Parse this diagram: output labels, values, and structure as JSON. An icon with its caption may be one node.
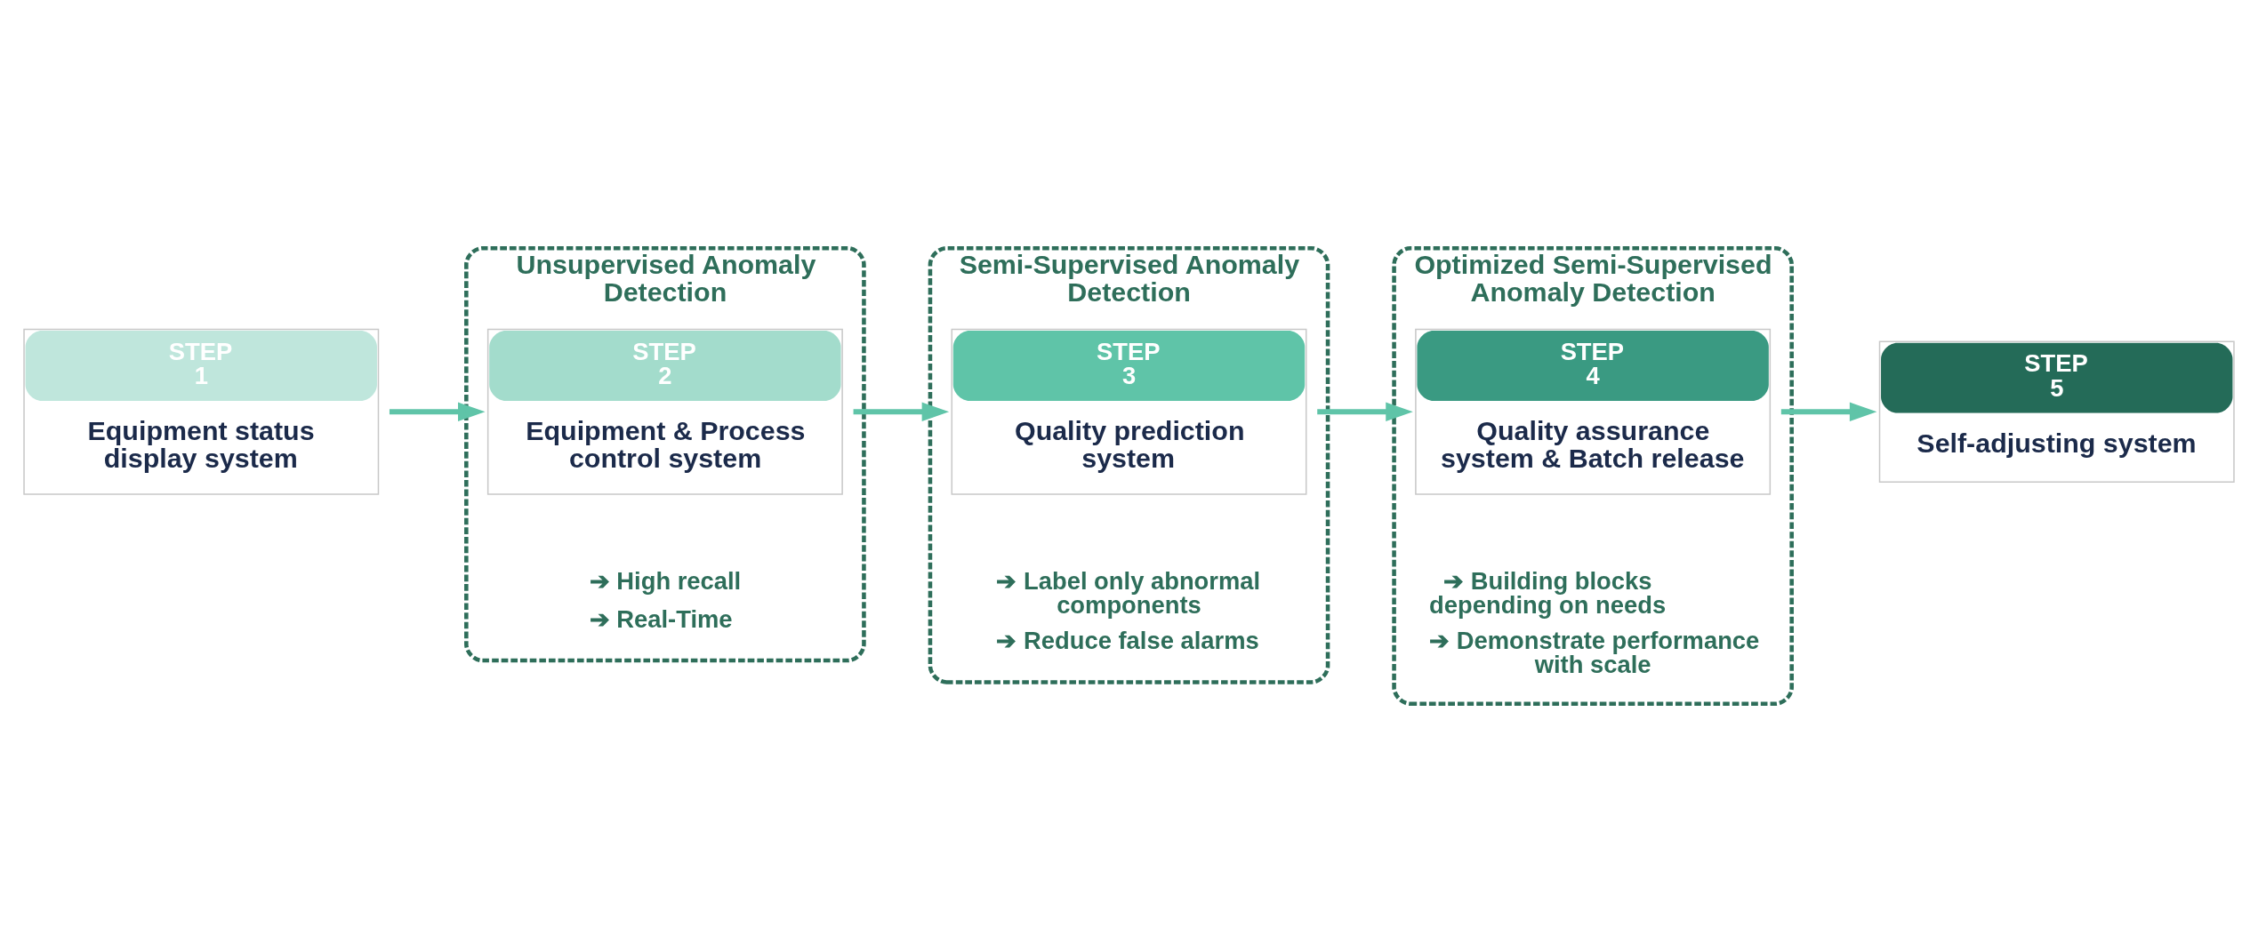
{
  "diagram": {
    "nodes": [
      {
        "text": [
          "STEP 1",
          "Equipment status display system"
        ]
      },
      {
        "text": [
          "Unsupervised Anomaly Detection",
          "➔ High recall",
          "➔ Real-Time"
        ]
      },
      {
        "text": [
          "STEP 2",
          "Equipment & Process control system"
        ],
        "in": 1
      },
      {
        "text": [
          "Semi-Supervised Anomaly Detection",
          "➔ Label only abnormal components",
          "➔ Reduce false alarms"
        ]
      },
      {
        "text": [
          "STEP 3",
          "Quality prediction system"
        ],
        "in": 3
      },
      {
        "text": [
          "Optimized Semi-Supervised Anomaly Detection",
          "➔ Building blocks depending on needs",
          "➔ Demonstrate performance with scale"
        ]
      },
      {
        "text": [
          "STEP 4",
          "Quality assurance system & Batch release"
        ],
        "in": 5
      },
      {
        "text": [
          "STEP 5",
          "Self-adjusting system"
        ]
      }
    ],
    "edges": [
      {
        "from": 0,
        "to": 2,
        "arrow": "to"
      },
      {
        "from": 2,
        "to": 4,
        "arrow": "to"
      },
      {
        "from": 4,
        "to": 6,
        "arrow": "to"
      },
      {
        "from": 6,
        "to": 7,
        "arrow": "to"
      }
    ]
  }
}
